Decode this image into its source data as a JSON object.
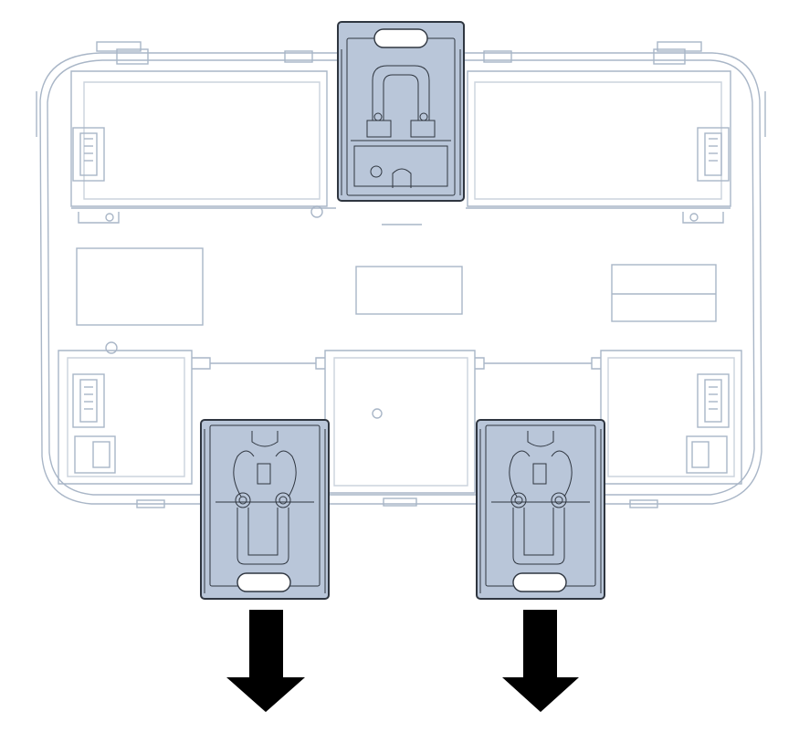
{
  "diagram": {
    "subject": "device-rear-housing-with-mounting-clips",
    "colors": {
      "background": "#ffffff",
      "housing_stroke": "#a9b6c7",
      "housing_detail": "#9aa7b8",
      "clip_fill": "#b9c6d9",
      "clip_stroke": "#2f3640",
      "arrow": "#000000"
    },
    "clips": [
      {
        "id": "top-clip",
        "state": "retracted"
      },
      {
        "id": "bottom-left-clip",
        "state": "extended"
      },
      {
        "id": "bottom-right-clip",
        "state": "extended"
      }
    ],
    "arrows": [
      {
        "id": "left-arrow",
        "direction": "down"
      },
      {
        "id": "right-arrow",
        "direction": "down"
      }
    ]
  }
}
